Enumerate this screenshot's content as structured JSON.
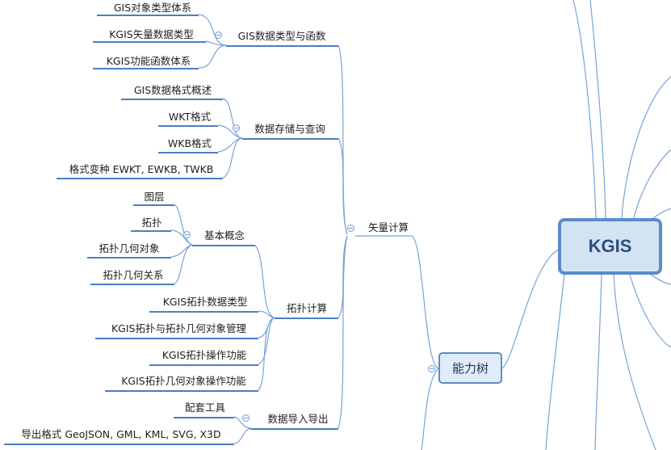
{
  "root": {
    "label": "KGIS"
  },
  "capability_tree": {
    "label": "能力树"
  },
  "vector": {
    "label": "矢量计算"
  },
  "branches": [
    {
      "label": "GIS数据类型与函数",
      "children": [
        "GIS对象类型体系",
        "KGIS矢量数据类型",
        "KGIS功能函数体系"
      ]
    },
    {
      "label": "数据存储与查询",
      "children": [
        "GIS数据格式概述",
        "WKT格式",
        "WKB格式",
        "格式变种 EWKT, EWKB, TWKB"
      ]
    },
    {
      "label": "拓扑计算",
      "children": [
        "KGIS拓扑数据类型",
        "KGIS拓扑与拓扑几何对象管理",
        "KGIS拓扑操作功能",
        "KGIS拓扑几何对象操作功能"
      ]
    },
    {
      "label": "数据导入导出",
      "children": [
        "配套工具",
        "导出格式 GeoJSON, GML, KML, SVG, X3D"
      ]
    }
  ],
  "basic_concepts": {
    "label": "基本概念",
    "children": [
      "图层",
      "拓扑",
      "拓扑几何对象",
      "拓扑几何关系"
    ]
  },
  "colors": {
    "line": "#4a7fc0",
    "root_border": "#5b8cc8",
    "root_fill": "#d4e3f4"
  }
}
